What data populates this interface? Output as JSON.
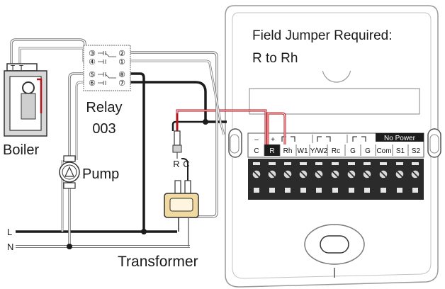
{
  "jumper_note": {
    "line1": "Field Jumper Required:",
    "line2": "R to Rh"
  },
  "components": {
    "boiler": "Boiler",
    "pump": "Pump",
    "relay_line1": "Relay",
    "relay_line2": "003",
    "transformer": "Transformer",
    "wire_r": "R",
    "wire_c": "C",
    "line_l": "L",
    "line_n": "N"
  },
  "relay_terminals": [
    "③",
    "④",
    "⑤",
    "⑥",
    "②",
    "①",
    "⑧",
    "⑦"
  ],
  "terminal_block": {
    "group_signs": [
      "–",
      "+"
    ],
    "no_power_label": "No Power",
    "terminals": [
      "C",
      "R",
      "Rh",
      "W1",
      "Y/W2",
      "Rc",
      "G",
      "G",
      "Com",
      "S1",
      "S2"
    ]
  },
  "colors": {
    "hot_wire": "#b5121b",
    "black_wire": "#1c1c1c",
    "terminal_block": "#2b2b2b",
    "transformer": "#f2d9a0"
  }
}
